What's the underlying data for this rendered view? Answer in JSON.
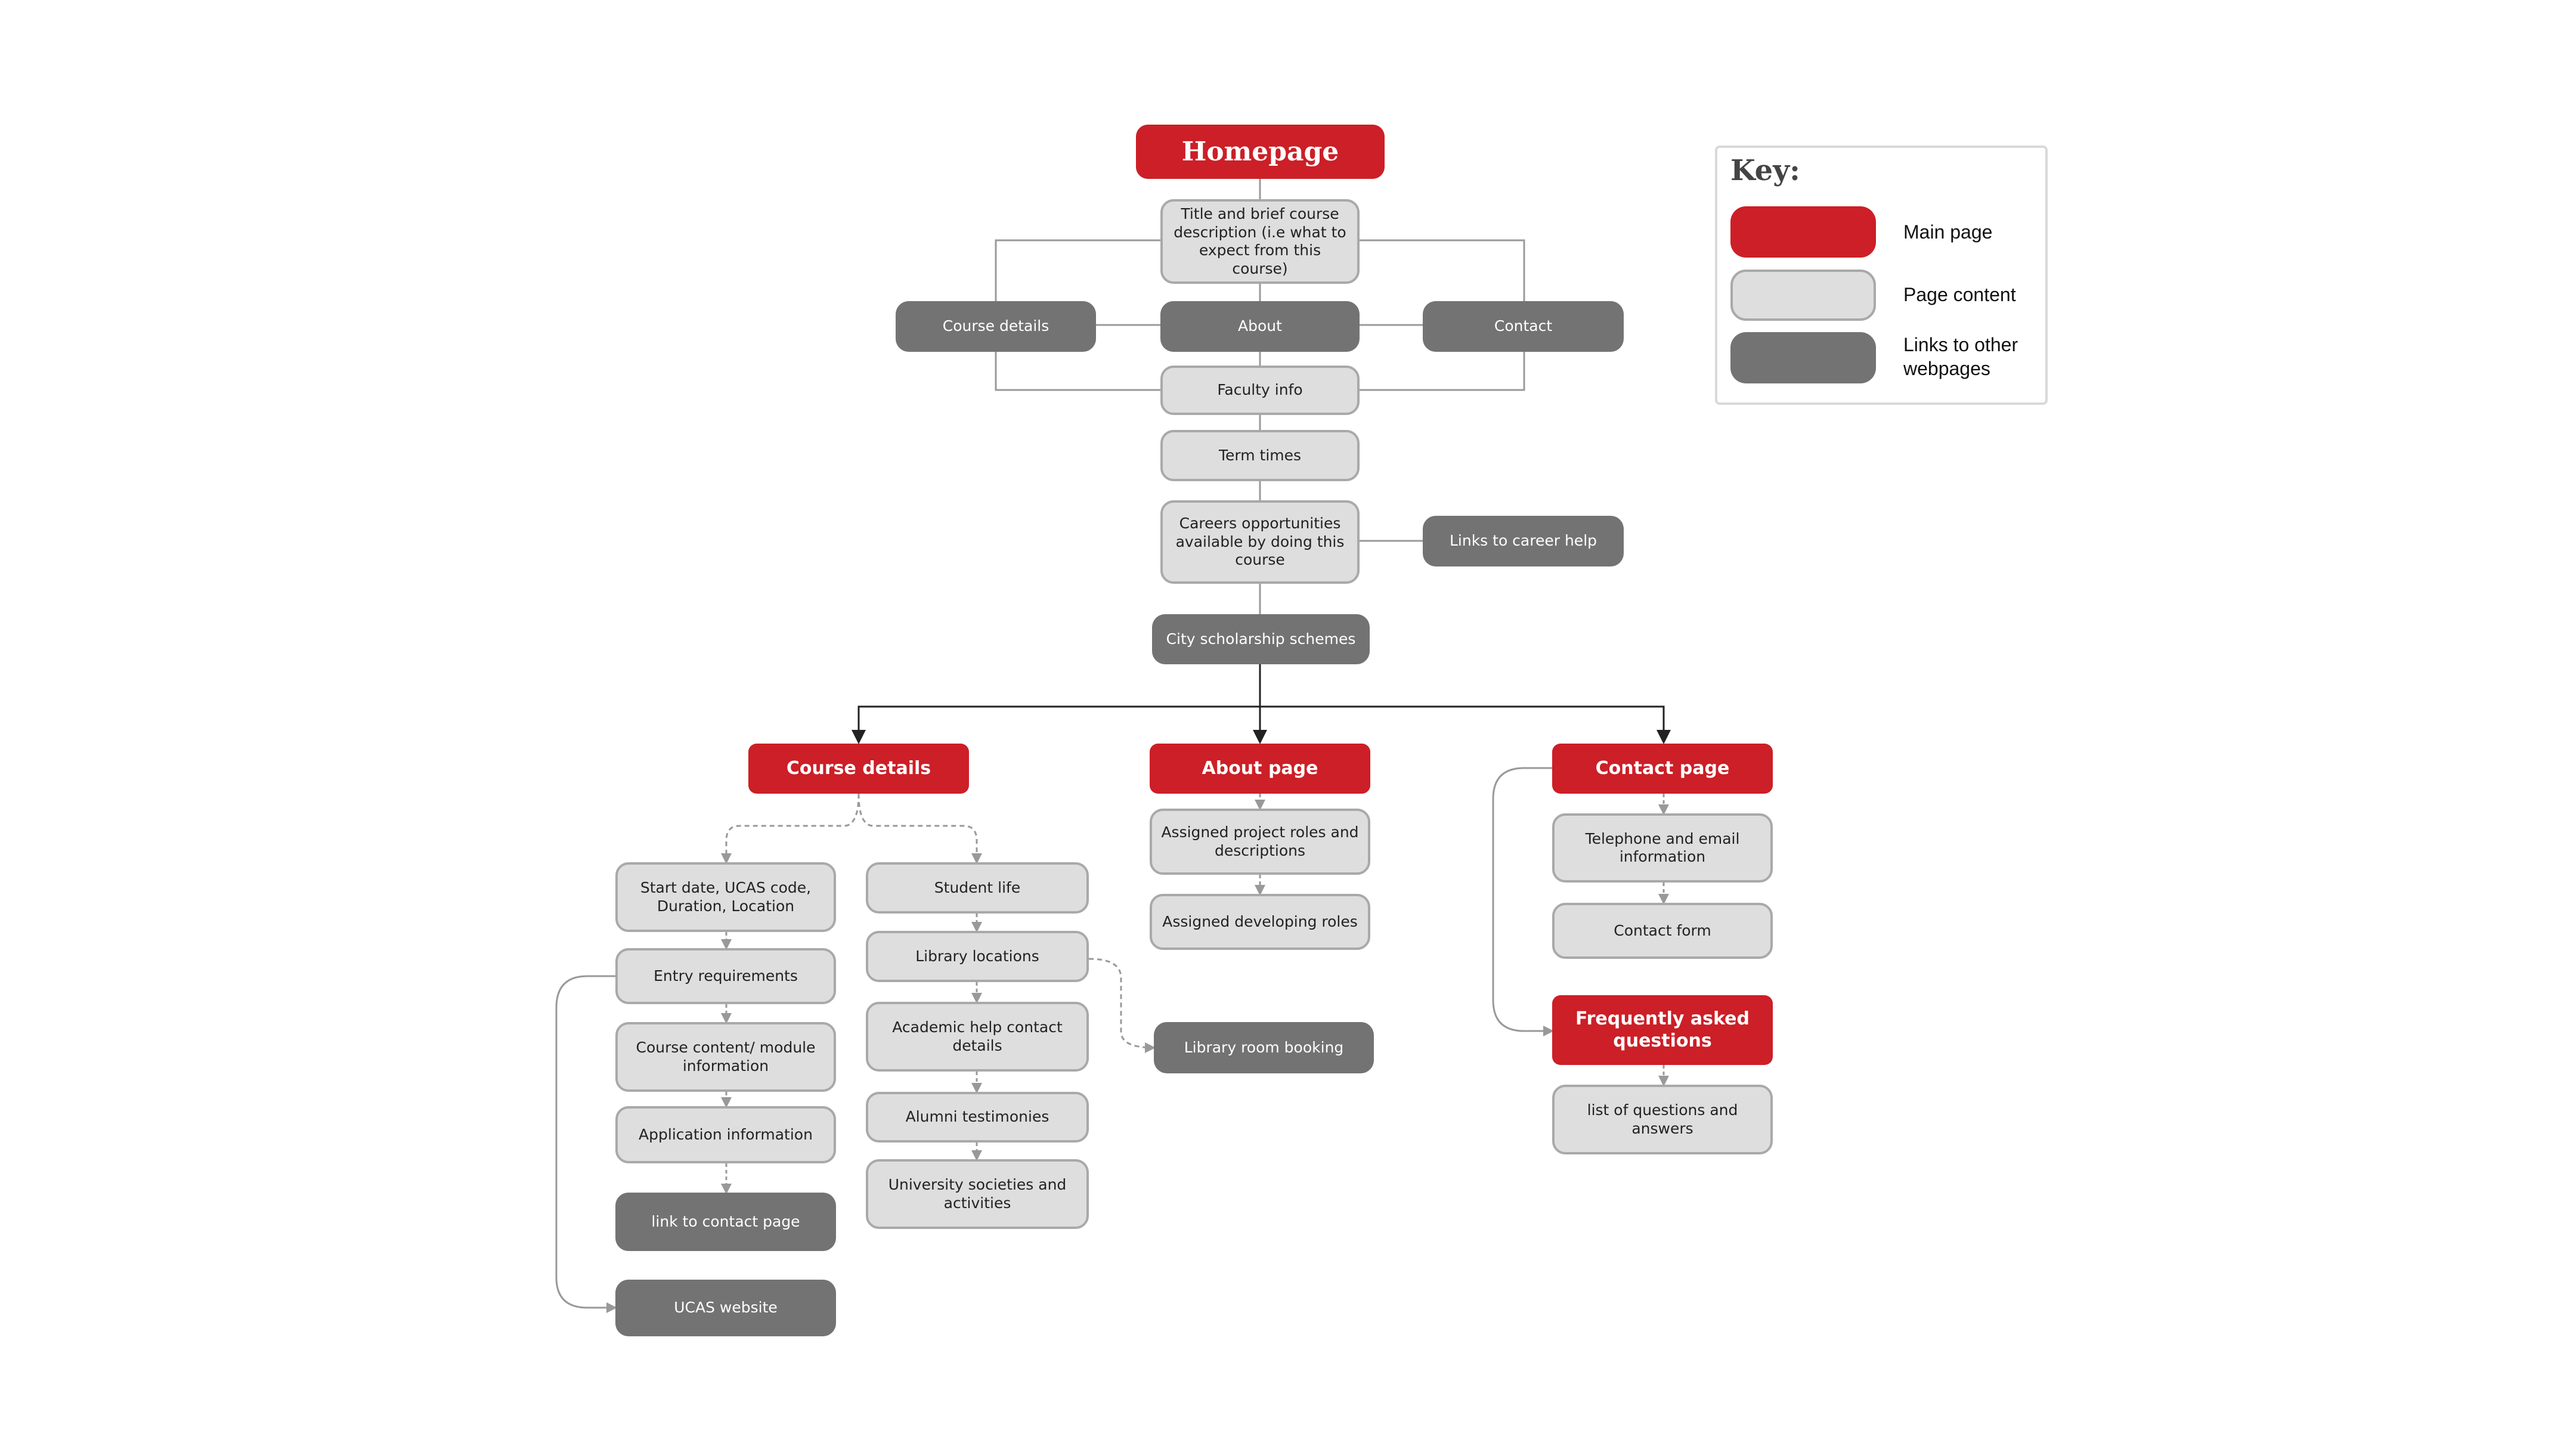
{
  "colors": {
    "main_page": "#cc1f27",
    "page_content": "#dedede",
    "link": "#737373"
  },
  "homepage": {
    "title": "Homepage",
    "intro": "Title and brief course description (i.e what to expect from this course)",
    "nav_course_details": "Course details",
    "nav_about": "About",
    "nav_contact": "Contact",
    "faculty_info": "Faculty info",
    "term_times": "Term times",
    "careers": "Careers opportunities available by doing this course",
    "career_help": "Links to career help",
    "scholarships": "City scholarship schemes"
  },
  "course_details": {
    "title": "Course details",
    "start_info": "Start date, UCAS code, Duration, Location",
    "entry_requirements": "Entry requirements",
    "course_content": "Course content/ module information",
    "application_info": "Application information",
    "contact_link": "link to contact page",
    "ucas_website": "UCAS website",
    "student_life": "Student life",
    "library_locations": "Library locations",
    "academic_help": "Academic help contact details",
    "alumni": "Alumni testimonies",
    "societies": "University societies and activities",
    "library_booking": "Library room booking"
  },
  "about_page": {
    "title": "About page",
    "roles": "Assigned project roles and descriptions",
    "dev_roles": "Assigned developing roles"
  },
  "contact_page": {
    "title": "Contact page",
    "telephone": "Telephone and email information",
    "form": "Contact form",
    "faq": "Frequently asked questions",
    "faq_list": "list of questions and answers"
  },
  "key": {
    "title": "Key:",
    "main_page": "Main page",
    "page_content": "Page content",
    "links": "Links to other webpages"
  }
}
